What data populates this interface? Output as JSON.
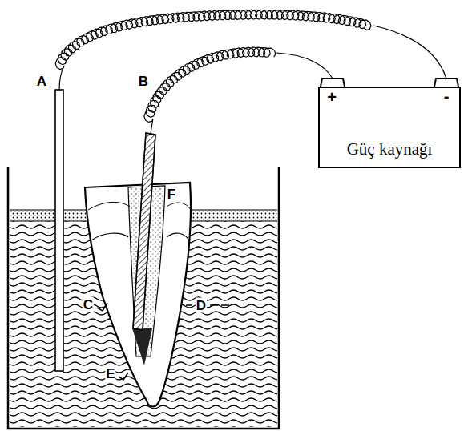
{
  "diagram": {
    "nodes": [
      {
        "text": [
          "Güç kaynağı"
        ]
      }
    ],
    "labels": [
      "A",
      "B",
      "C",
      "D",
      "E",
      "F",
      "+",
      "-"
    ]
  }
}
